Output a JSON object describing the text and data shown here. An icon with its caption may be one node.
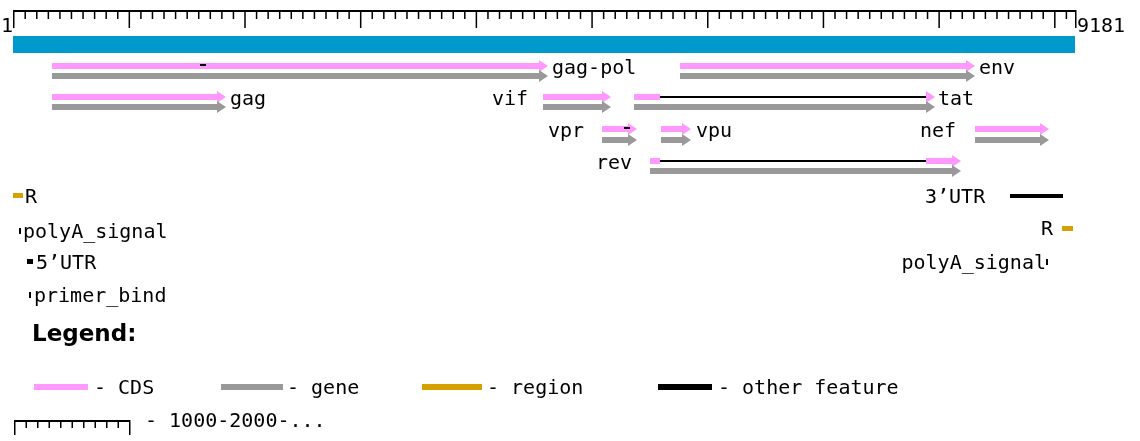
{
  "diagram": {
    "nodes": [
      {
        "text": [],
        "shape": "bar"
      }
    ],
    "labels": [
      "1",
      "9181",
      "gag-pol",
      "env",
      "gag",
      "vif",
      "tat",
      "vpr",
      "vpu",
      "nef",
      "rev",
      "R",
      "3’UTR",
      "polyA_signal",
      "R",
      "5’UTR",
      "polyA_signal",
      "primer_bind",
      "Legend:"
    ],
    "legend": [
      {
        "text": "- CDS",
        "color": "#ff99ff"
      },
      {
        "text": "- gene",
        "color": "#999999"
      },
      {
        "text": "- region",
        "color": "#d4a100"
      },
      {
        "text": "- other feature",
        "color": "#000000"
      },
      {
        "text": "- 1000-2000-..."
      }
    ]
  }
}
